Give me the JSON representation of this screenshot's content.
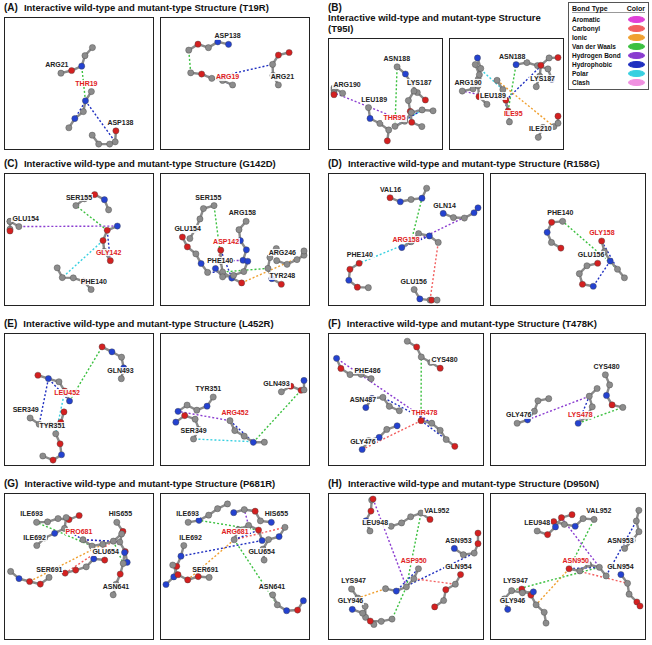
{
  "diagram": {
    "nodes": [
      {
        "text": [
          "ARG21",
          "THR19",
          "ASP138"
        ]
      },
      {
        "text": [
          "ASP138",
          "ARG19",
          "ARG21"
        ]
      },
      {
        "text": [
          "ASN188",
          "ARG190",
          "LYS187",
          "LEU189",
          "THR95"
        ]
      },
      {
        "text": [
          "ASN188",
          "ARG190",
          "LYS187",
          "LEU189",
          "ILE95",
          "ILE210"
        ]
      },
      {
        "text": [
          "SER155",
          "GLU154",
          "GLY142",
          "PHE140"
        ]
      },
      {
        "text": [
          "SER155",
          "ARG158",
          "GLU154",
          "ASP142",
          "PHE140",
          "ARG246",
          "TYR248"
        ]
      },
      {
        "text": [
          "VAL16",
          "GLN14",
          "ARG158",
          "PHE140",
          "GLU156"
        ]
      },
      {
        "text": [
          "PHE140",
          "GLY158",
          "GLU156"
        ]
      },
      {
        "text": [
          "GLN493",
          "LEU452",
          "SER349",
          "TYR351"
        ]
      },
      {
        "text": [
          "GLN493",
          "TYR351",
          "ARG452",
          "SER349"
        ]
      },
      {
        "text": [
          "CYS480",
          "PHE486",
          "ASN487",
          "THR478",
          "GLY476"
        ]
      },
      {
        "text": [
          "CYS480",
          "GLY476",
          "LYS478"
        ]
      },
      {
        "text": [
          "ILE693",
          "HIS655",
          "ILE692",
          "PRO681",
          "GLU654",
          "SER691",
          "ASN641"
        ]
      },
      {
        "text": [
          "ILE693",
          "HIS655",
          "ILE692",
          "ARG681",
          "GLU654",
          "SER691",
          "ASN641"
        ]
      },
      {
        "text": [
          "VAL952",
          "LEU948",
          "ASN953",
          "ASP950",
          "GLN954",
          "LYS947",
          "GLY946"
        ]
      },
      {
        "text": [
          "VAL952",
          "LEU948",
          "ASN953",
          "ASN950",
          "GLN954",
          "LYS947",
          "GLY946"
        ]
      }
    ],
    "labels": [
      "(A)",
      "Interactive wild-type and mutant-type Structure (T19R)",
      "(B)",
      "Interactive wild-type and mutant-type Structure (T95I)",
      "Bond Type",
      "Color",
      "(C)",
      "Interactive wild-type and mutant-type Structure (G142D)",
      "(D)",
      "Interactive wild-type and mutant-type Structure (R158G)",
      "(E)",
      "Interactive wild-type and mutant-type Structure (L452R)",
      "(F)",
      "Interactive wild-type and mutant-type Structure (T478K)",
      "(G)",
      "Interactive wild-type and mutant-type Structure (P681R)",
      "(H)",
      "Interactive wild-type and mutant-type Structure (D950N)"
    ],
    "legend": [
      {
        "text": "Aromatic",
        "color": "#e040d8"
      },
      {
        "text": "Carbonyl",
        "color": "#f26060"
      },
      {
        "text": "Ionic",
        "color": "#f0a030"
      },
      {
        "text": "Van der Waals",
        "color": "#3cc040"
      },
      {
        "text": "Hydrogen Bond",
        "color": "#8a3cd0"
      },
      {
        "text": "Hydrophobic",
        "color": "#1f2fc0"
      },
      {
        "text": "Polar",
        "color": "#38d0e0"
      },
      {
        "text": "Clash",
        "color": "#f090e0"
      }
    ]
  }
}
